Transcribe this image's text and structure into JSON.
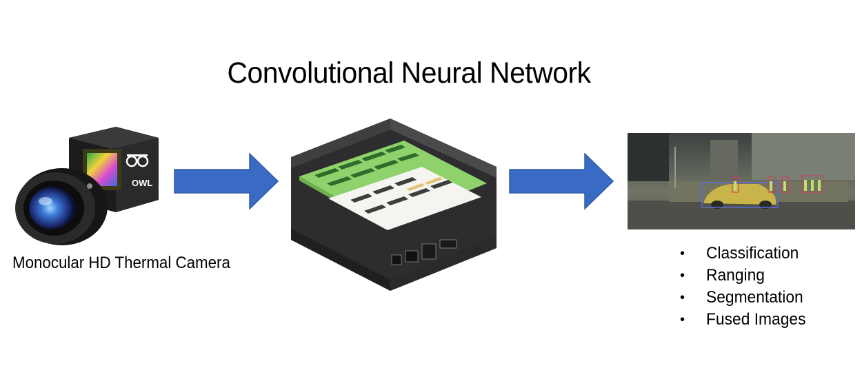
{
  "title": "Convolutional Neural Network",
  "camera": {
    "caption": "Monocular HD Thermal Camera",
    "logo": "OWL"
  },
  "outputs": [
    "Classification",
    "Ranging",
    "Segmentation",
    "Fused Images"
  ],
  "colors": {
    "arrow": "#3a6bc4",
    "arrow_stroke": "#2f5aa8",
    "device_green": "#8fd16a",
    "device_body": "#3a3a3c"
  },
  "icons": {
    "camera": "thermal-camera-icon",
    "device": "ai-compute-module-icon",
    "arrow": "right-arrow-icon"
  }
}
